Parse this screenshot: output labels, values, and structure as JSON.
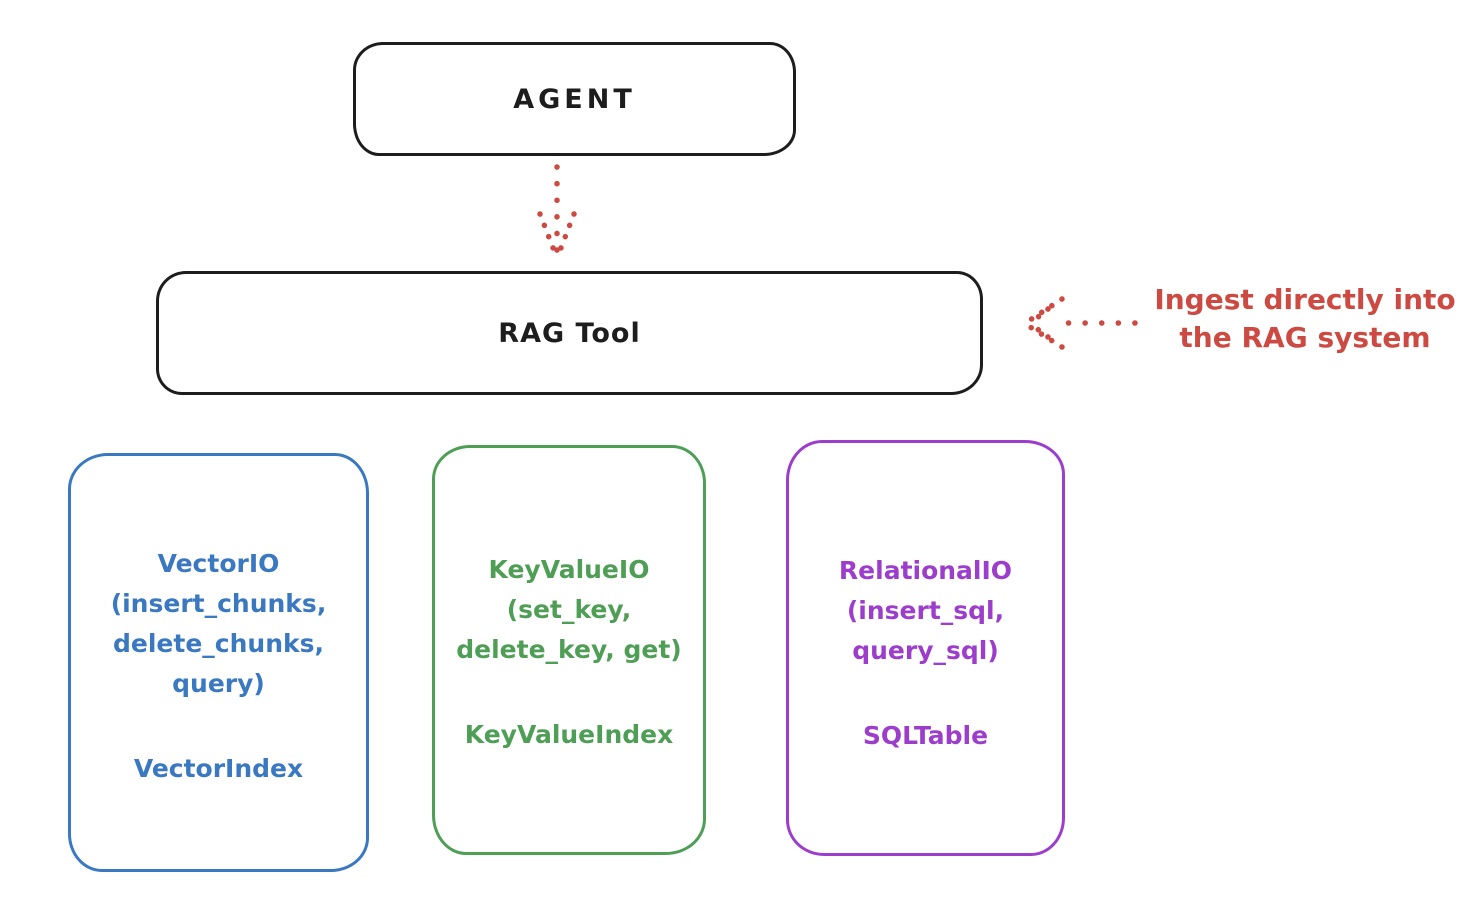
{
  "diagram": {
    "agent": {
      "label": "AGENT"
    },
    "rag_tool": {
      "label": "RAG Tool"
    },
    "annotation": {
      "line1": "Ingest directly into",
      "line2": "the RAG system"
    },
    "backends": [
      {
        "name": "vector-io",
        "lines": [
          "VectorIO",
          "(insert_chunks,",
          "delete_chunks,",
          "query)"
        ],
        "index_label": "VectorIndex"
      },
      {
        "name": "keyvalue-io",
        "lines": [
          "KeyValueIO",
          "(set_key,",
          "delete_key, get)"
        ],
        "index_label": "KeyValueIndex"
      },
      {
        "name": "relational-io",
        "lines": [
          "RelationalIO",
          "(insert_sql,",
          "query_sql)"
        ],
        "index_label": "SQLTable"
      }
    ]
  },
  "colors": {
    "ink": "#1d1d1d",
    "red": "#cc4a41",
    "blue": "#3b78c2",
    "green": "#4e9e55",
    "purple": "#9c3ecb",
    "background": "#ffffff"
  }
}
